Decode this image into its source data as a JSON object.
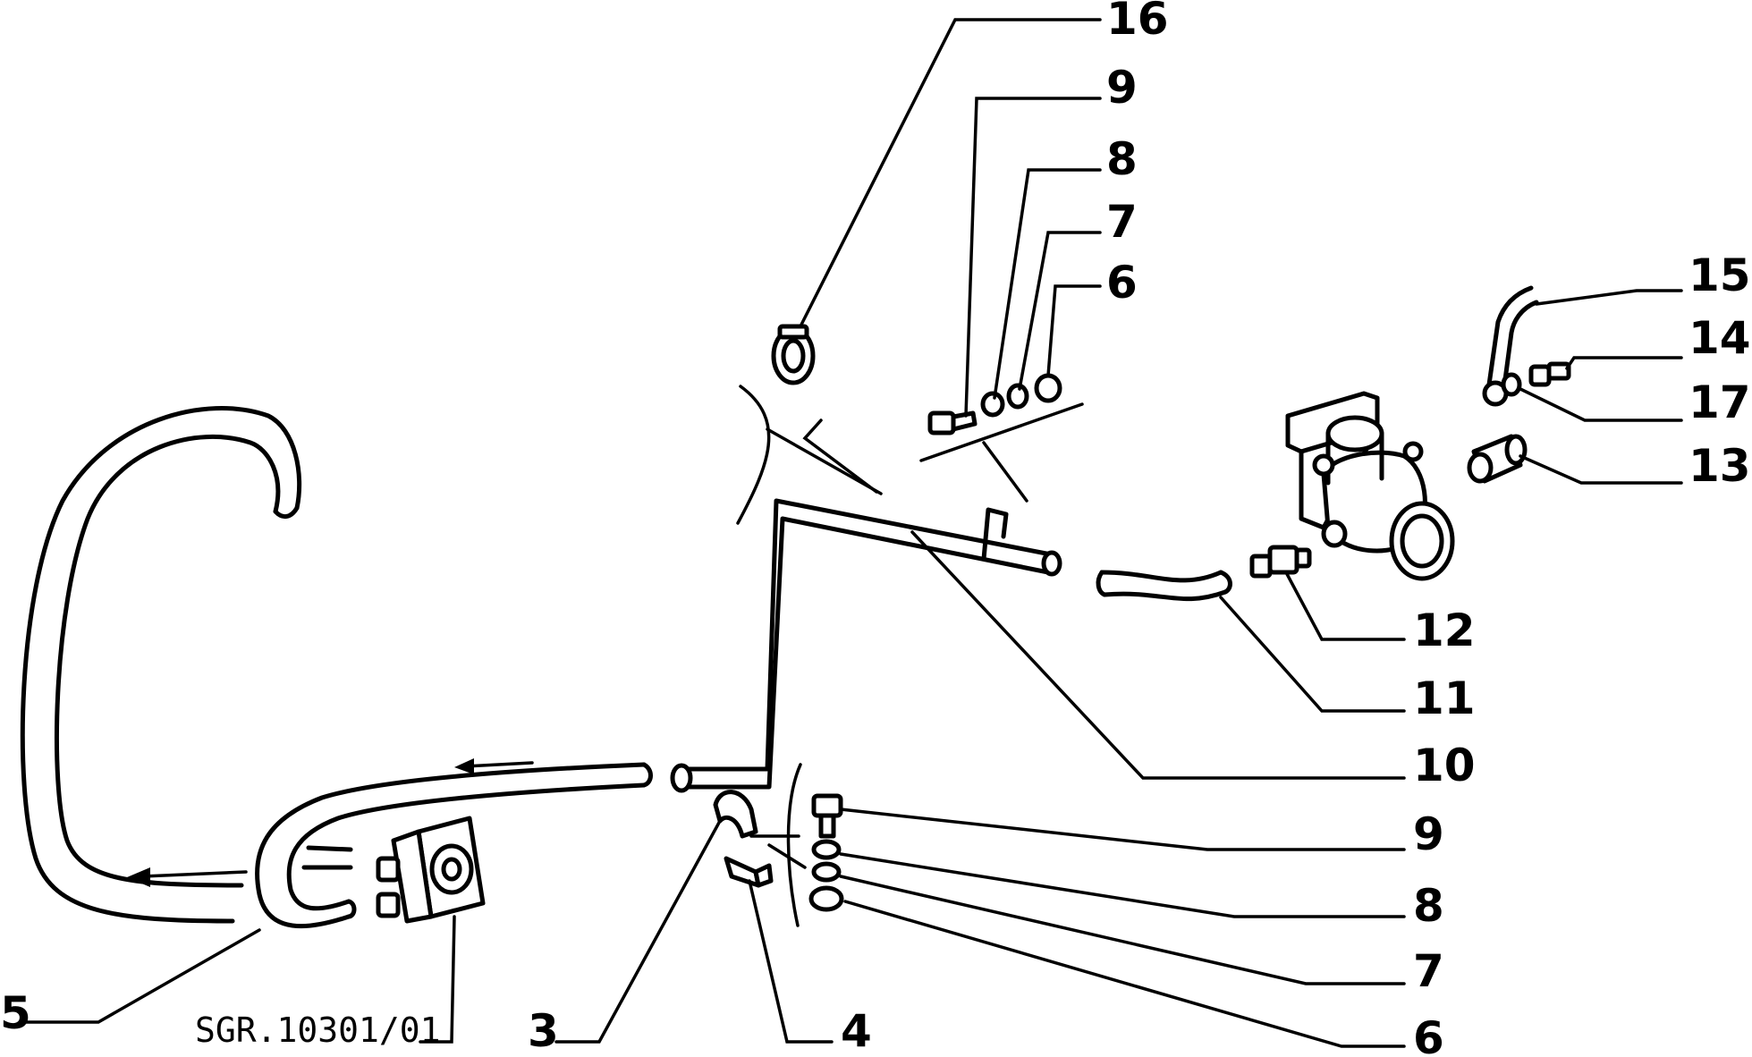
{
  "callouts": {
    "c16": "16",
    "c9_top": "9",
    "c8_top": "8",
    "c7_top": "7",
    "c6_top": "6",
    "c15": "15",
    "c14": "14",
    "c17": "17",
    "c13": "13",
    "c12": "12",
    "c11": "11",
    "c10": "10",
    "c9_bottom": "9",
    "c8_bottom": "8",
    "c7_bottom": "7",
    "c6_bottom": "6",
    "c5": "5",
    "c3": "3",
    "c4": "4"
  },
  "drawing_reference": "SGR.10301/01",
  "icons": {
    "flow_arrow": "arrow-left-icon"
  }
}
